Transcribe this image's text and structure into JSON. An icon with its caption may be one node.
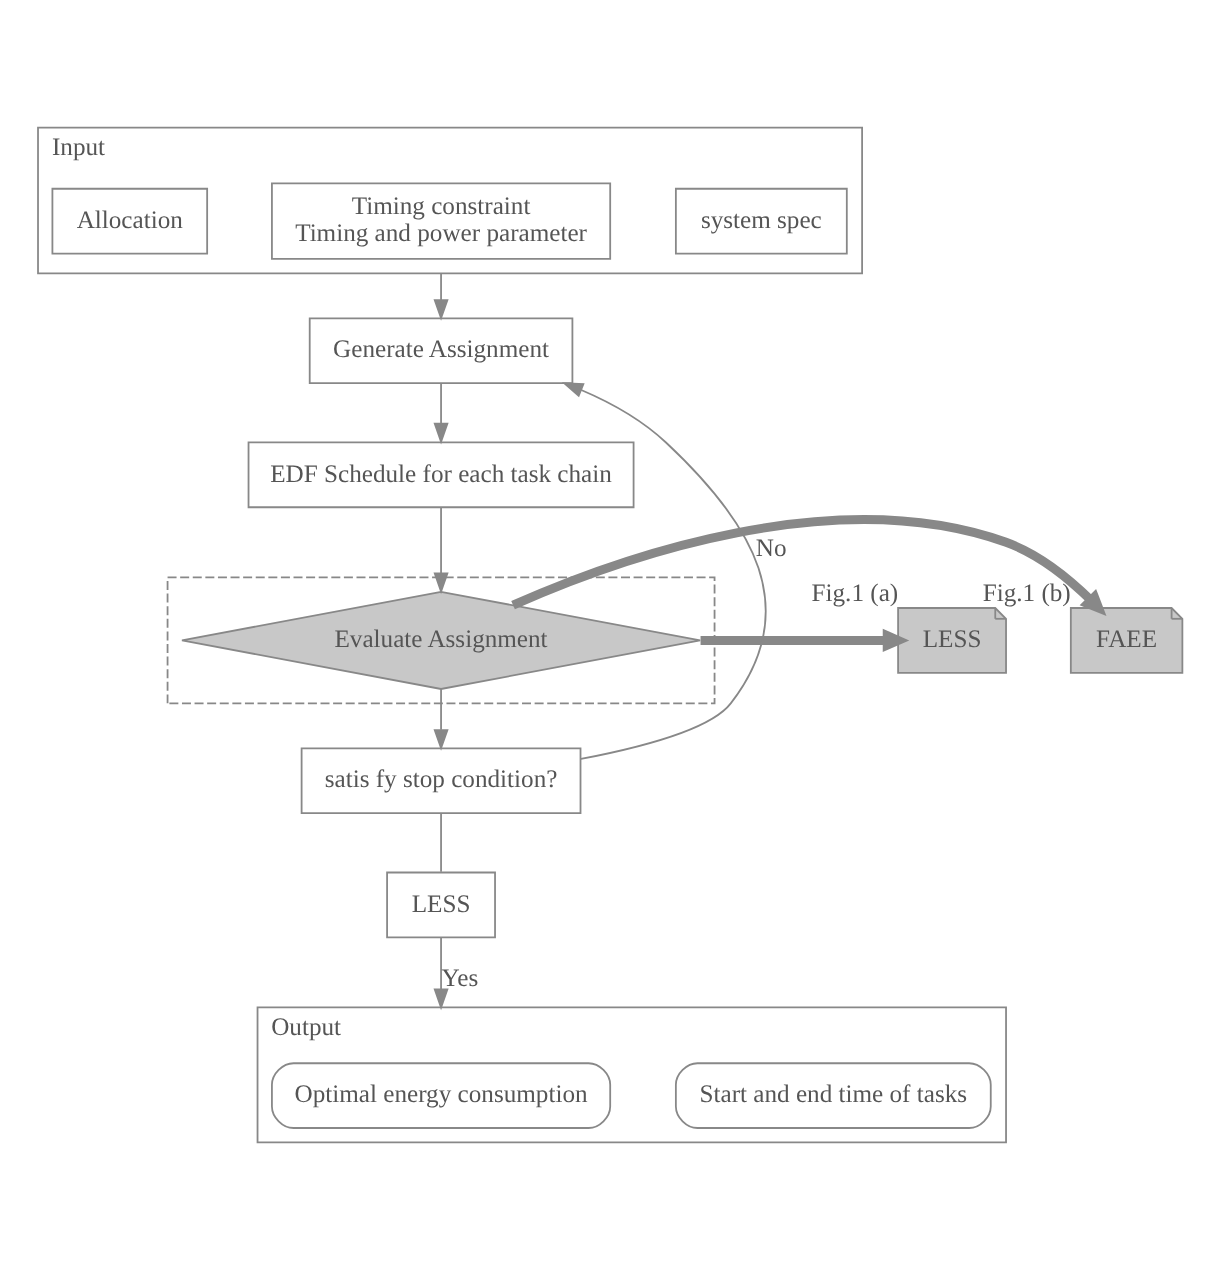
{
  "diagram": {
    "nodes": [
      {
        "text": [
          "Input"
        ]
      },
      {
        "text": [
          "system spec"
        ],
        "in": 0
      },
      {
        "text": [
          "Timing constraint",
          "Timing and power parameter"
        ],
        "in": 0
      },
      {
        "text": [
          "Allocation"
        ],
        "in": 0
      },
      {
        "text": [
          "Generate Assignment"
        ]
      },
      {
        "text": [
          "EDF Schedule for each task chain"
        ]
      },
      {
        "text": [],
        "shape": "box"
      },
      {
        "text": [
          "Evaluate Assignment"
        ],
        "in": 6
      },
      {
        "text": [
          "LESS"
        ],
        "beside": [
          "Fig.1 (a)"
        ]
      },
      {
        "text": [
          "FAEE"
        ],
        "beside": [
          "Fig.1 (b)"
        ]
      },
      {
        "text": [
          "satis fy stop condition?"
        ]
      },
      {
        "text": [
          "LESS"
        ]
      },
      {
        "text": [
          "Output"
        ]
      },
      {
        "text": [
          "Start and end time of tasks"
        ],
        "in": 12
      },
      {
        "text": [
          "Optimal energy consumption"
        ],
        "in": 12
      }
    ],
    "edges": [
      {
        "from": 0,
        "to": 4,
        "arrow": "to"
      },
      {
        "from": 4,
        "to": 5,
        "arrow": "to"
      },
      {
        "from": 5,
        "to": 7,
        "arrow": "to"
      },
      {
        "from": 7,
        "to": 8,
        "arrow": "to",
        "style": "thick"
      },
      {
        "from": 7,
        "to": 9,
        "arrow": "to",
        "style": "thick"
      },
      {
        "from": 7,
        "to": 10,
        "arrow": "to"
      },
      {
        "from": 10,
        "to": 4,
        "arrow": "to",
        "label": "No"
      },
      {
        "from": 10,
        "to": 11,
        "arrow": "none"
      },
      {
        "from": 11,
        "to": 12,
        "arrow": "to",
        "label": "Yes"
      }
    ]
  }
}
